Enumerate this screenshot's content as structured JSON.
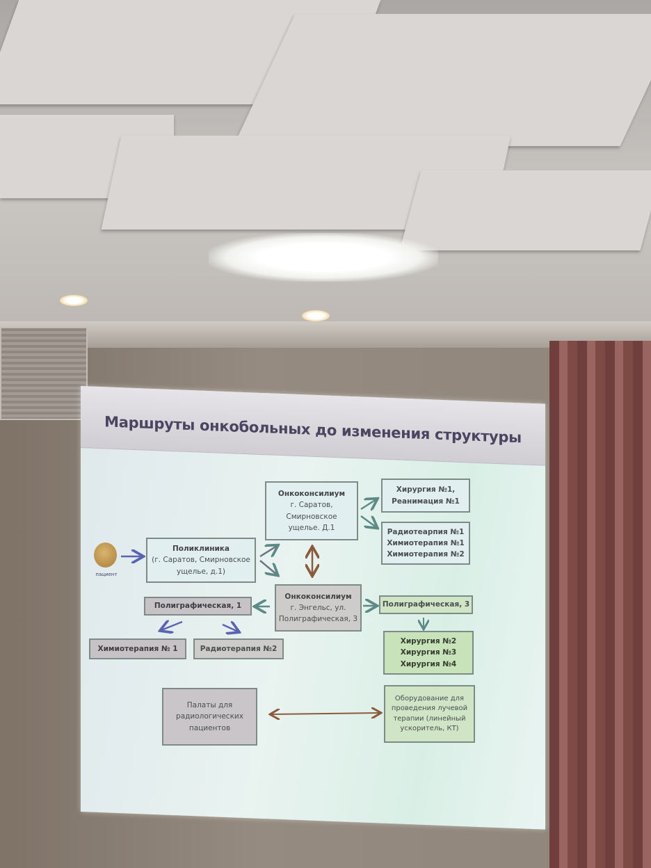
{
  "slide": {
    "title": "Маршруты онкобольных до изменения структуры",
    "patient_label": "пациент",
    "polyclinic": {
      "title": "Поликлиника",
      "lines": [
        "(г. Саратов, Смирновское",
        "ущелье, д.1)"
      ]
    },
    "council_saratov": {
      "title": "Онкоконсилиум",
      "lines": [
        "г. Саратов,",
        "Смирновское",
        "ущелье. Д.1"
      ]
    },
    "council_engels": {
      "title": "Онкоконсилиум",
      "lines": [
        "г. Энгельс, ул.",
        "Полиграфическая, 3"
      ]
    },
    "surgery1": [
      "Хирургия №1,",
      "Реанимация №1"
    ],
    "radio_chemo": [
      "Радиотеарпия №1",
      "Химиотерапия №1",
      "Химиотерапия №2"
    ],
    "poligraf1": "Полиграфическая, 1",
    "chemo1": "Химиотерапия № 1",
    "radio2": "Радиотерапия №2",
    "poligraf3": "Полиграфическая, 3",
    "surgery234": [
      "Хирургия №2",
      "Хирургия №3",
      "Хирургия №4"
    ],
    "wards": [
      "Палаты для",
      "радиологических",
      "пациентов"
    ],
    "equipment": [
      "Оборудование для",
      "проведения лучевой",
      "терапии (линейный",
      "ускоритель, КТ)"
    ]
  },
  "colors": {
    "arrow_blue": "#5a64b0",
    "arrow_teal": "#5e8a86",
    "arrow_brown": "#8a5a3c"
  }
}
